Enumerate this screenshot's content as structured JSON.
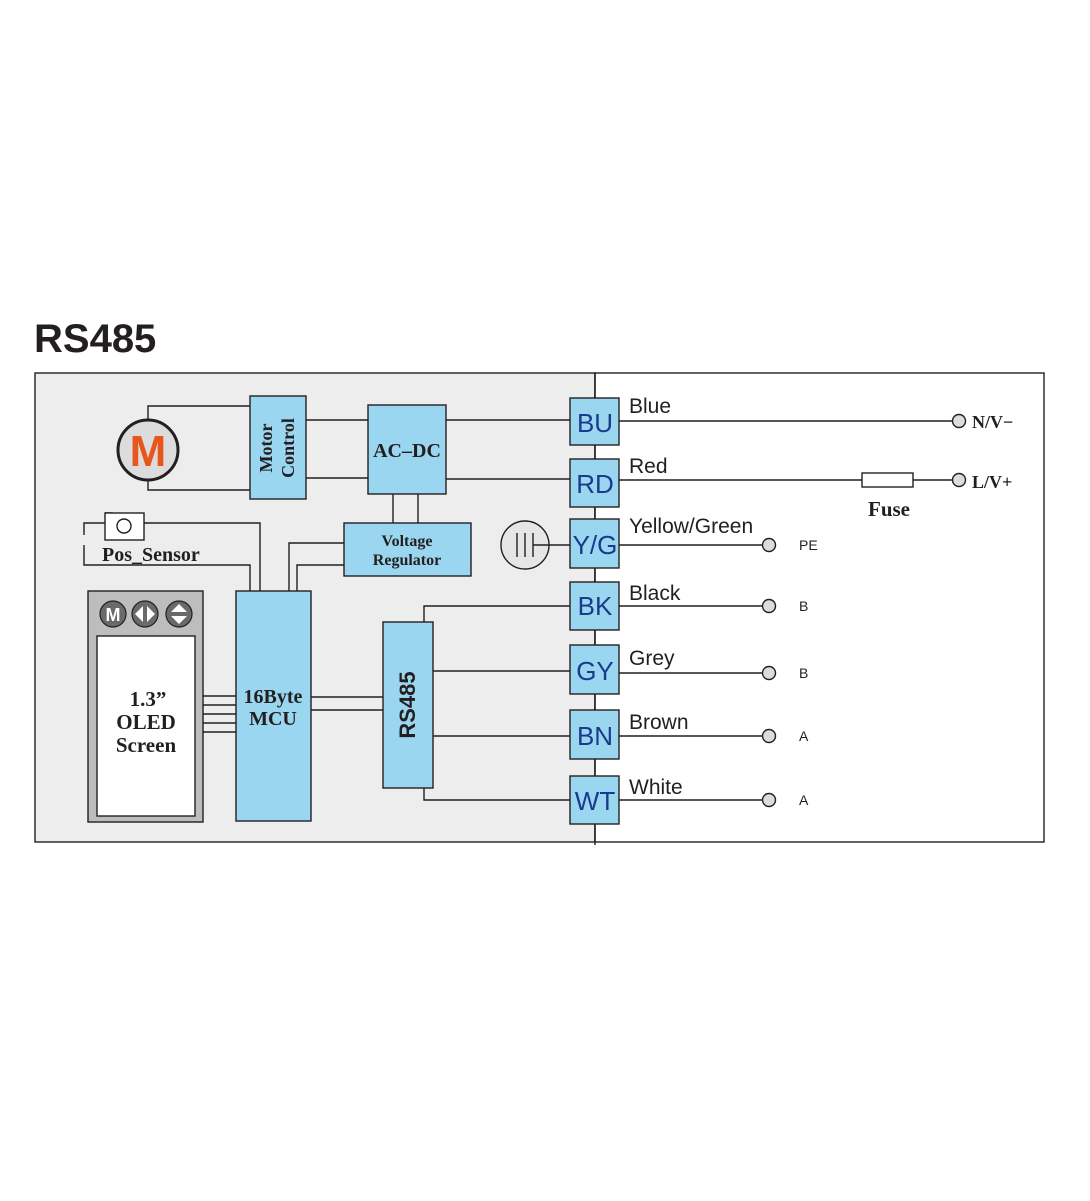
{
  "title": "RS485",
  "blocks": {
    "motor_letter": "M",
    "motor_control_line1": "Motor",
    "motor_control_line2": "Control",
    "acdc": "AC–DC",
    "voltage_regulator_line1": "Voltage",
    "voltage_regulator_line2": "Regulator",
    "pos_sensor": "Pos_Sensor",
    "mcu_line1": "16Byte",
    "mcu_line2": "MCU",
    "rs485": "RS485",
    "oled_line1": "1.3”",
    "oled_line2": "OLED",
    "oled_line3": "Screen",
    "fuse": "Fuse"
  },
  "terminals": [
    {
      "code": "BU",
      "wire": "Blue",
      "signal": "N/V−"
    },
    {
      "code": "RD",
      "wire": "Red",
      "signal": "L/V+"
    },
    {
      "code": "Y/G",
      "wire": "Yellow/Green",
      "signal": "PE"
    },
    {
      "code": "BK",
      "wire": "Black",
      "signal": "B"
    },
    {
      "code": "GY",
      "wire": "Grey",
      "signal": "B"
    },
    {
      "code": "BN",
      "wire": "Brown",
      "signal": "A"
    },
    {
      "code": "WT",
      "wire": "White",
      "signal": "A"
    }
  ],
  "colors": {
    "block_fill": "#9ad6ef",
    "panel_fill": "#ededed",
    "motor_letter": "#e8561c",
    "terminal_text": "#1b3a8c"
  }
}
